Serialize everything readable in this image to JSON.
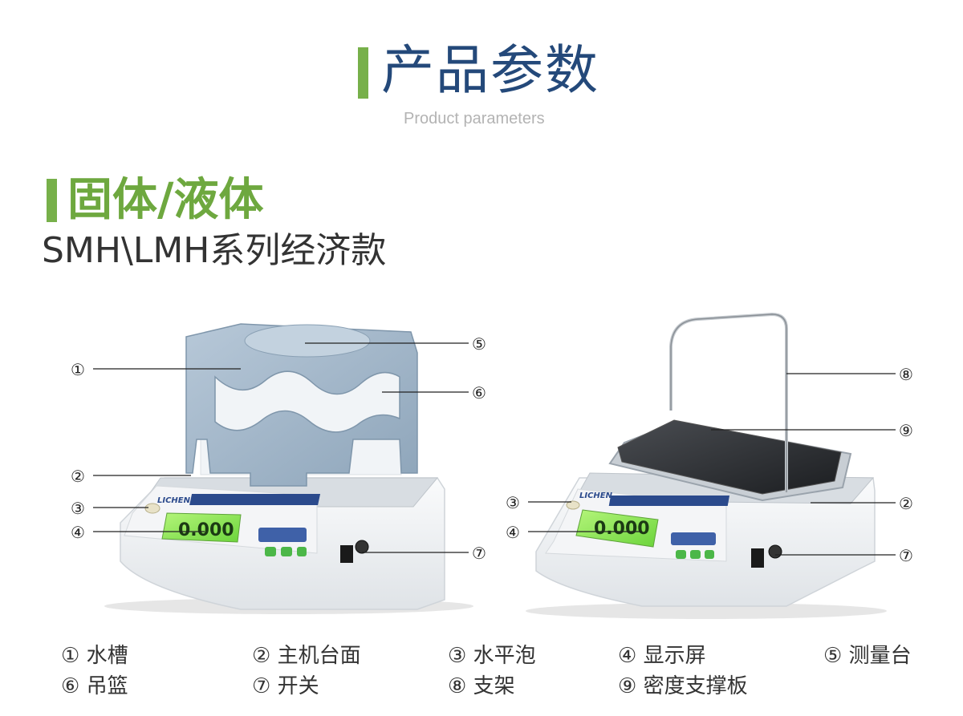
{
  "header": {
    "title": "产品参数",
    "subtitle": "Product parameters"
  },
  "section": {
    "title": "固体/液体",
    "subtitle": "SMH\\LMH系列经济款"
  },
  "devices": {
    "brand": "LICHEN",
    "display_value": "0.000"
  },
  "callouts_left": [
    "①",
    "②",
    "③",
    "④",
    "⑤",
    "⑥",
    "⑦"
  ],
  "callouts_right": [
    "⑧",
    "⑨",
    "②",
    "③",
    "④",
    "⑦"
  ],
  "legend": [
    {
      "num": "①",
      "label": "水槽"
    },
    {
      "num": "②",
      "label": "主机台面"
    },
    {
      "num": "③",
      "label": "水平泡"
    },
    {
      "num": "④",
      "label": "显示屏"
    },
    {
      "num": "⑤",
      "label": "测量台"
    },
    {
      "num": "⑥",
      "label": "吊篮"
    },
    {
      "num": "⑦",
      "label": "开关"
    },
    {
      "num": "⑧",
      "label": "支架"
    },
    {
      "num": "⑨",
      "label": "密度支撑板"
    }
  ],
  "colors": {
    "accent_green": "#77b04a",
    "title_blue": "#24497a",
    "cage_blue": "#a5b9cb",
    "lcd_green": "#8fe85a",
    "body_white": "#eef0f2"
  }
}
